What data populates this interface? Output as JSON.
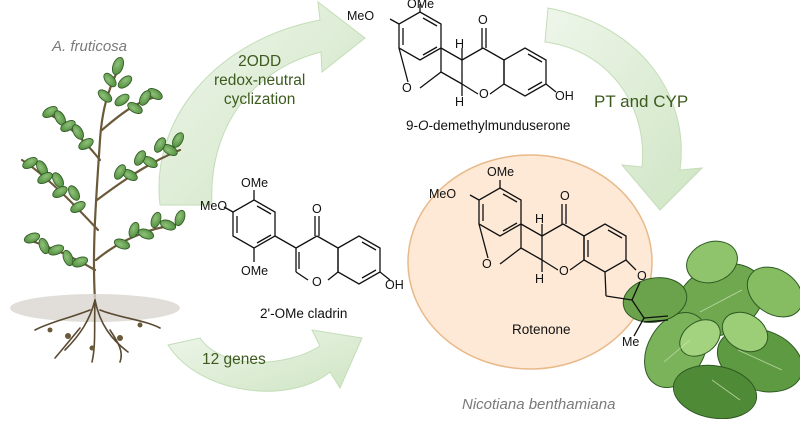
{
  "species": {
    "source_plant": "A. fruticosa",
    "host_plant": "Nicotiana benthamiana"
  },
  "steps": {
    "odd": [
      "2ODD",
      "redox-neutral",
      "cyclization"
    ],
    "pt_cyp": "PT and CYP",
    "genes": "12 genes"
  },
  "compounds": {
    "cladrin": "2'-OMe cladrin",
    "demethyl_prefix": "9-",
    "demethyl_italic": "O",
    "demethyl_suffix": "-demethylmunduserone",
    "rotenone": "Rotenone"
  },
  "atoms": {
    "ome": "OMe",
    "meo": "MeO",
    "o": "O",
    "oh": "OH",
    "h": "H",
    "me": "Me"
  },
  "colors": {
    "arrow": "#d8ead0",
    "arrow_edge": "#c3ddb8",
    "highlight_fill": "#fde9d6",
    "highlight_edge": "#e9b98a",
    "step_text": "#3d5a1e",
    "leaf": "#5f9a4a",
    "leaf_dark": "#3f7330"
  },
  "icons": [
    "plant-illustration",
    "tobacco-plant-photo"
  ]
}
